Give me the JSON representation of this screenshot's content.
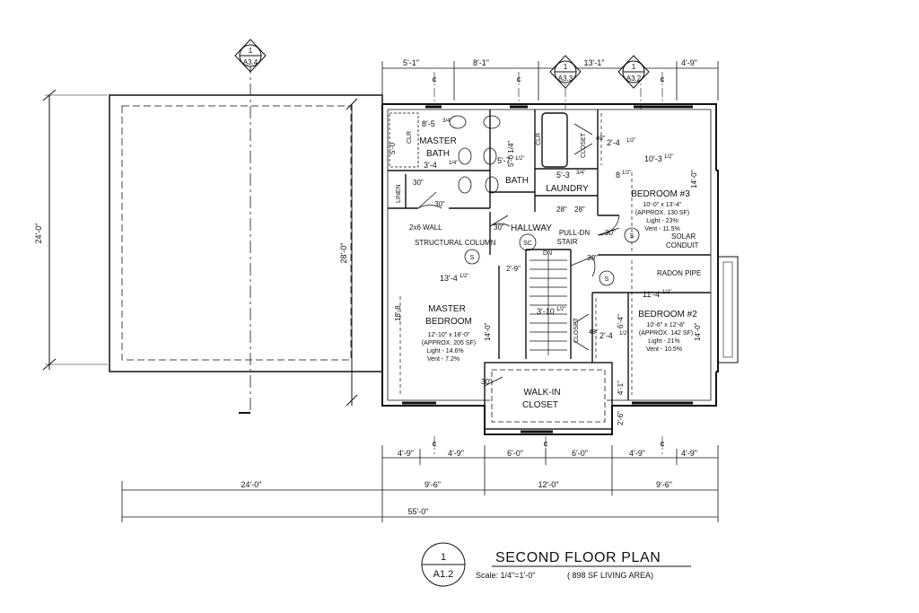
{
  "title_block": {
    "sheet_num": "1",
    "sheet_ref": "A1.2",
    "title": "SECOND FLOOR PLAN",
    "scale": "Scale:  1/4\"=1'-0\"",
    "area": "( 898 SF LIVING AREA)"
  },
  "section_markers": [
    {
      "num": "1",
      "ref": "A3.4"
    },
    {
      "num": "1",
      "ref": "A3.3"
    },
    {
      "num": "1",
      "ref": "A3.2"
    }
  ],
  "top_dims": [
    "5'-1\"",
    "8'-1\"",
    "13'-1\"",
    "4'-9\""
  ],
  "bottom_dims_row1": [
    "4'-9\"",
    "4'-9\"",
    "6'-0\"",
    "6'-0\"",
    "4'-9\"",
    "4'-9\""
  ],
  "bottom_dims_row2": [
    "24'-0\"",
    "9'-6\"",
    "12'-0\"",
    "9'-6\""
  ],
  "overall_dim": "55'-0\"",
  "side_dims": {
    "left": "24'-0\"",
    "right": "28'-0\""
  },
  "rooms": {
    "master_bath": {
      "l1": "MASTER",
      "l2": "BATH",
      "size": "3'-4",
      "size_frac": "1/4\""
    },
    "bath": {
      "label": "BATH"
    },
    "laundry": {
      "label": "LAUNDRY"
    },
    "hallway": {
      "label": "HALLWAY"
    },
    "pull_dn": {
      "l1": "PULL-DN",
      "l2": "STAIR"
    },
    "bedroom3": {
      "label": "BEDROOM #3",
      "d1": "10'-0\" x 13'-4\"",
      "d2": "(APPROX. 130 SF)",
      "d3": "Light - 23%",
      "d4": "Vent - 11.5%"
    },
    "bedroom2": {
      "label": "BEDROOM #2",
      "d1": "10'-6\" x 12'-8\"",
      "d2": "(APPROX. 142 SF)",
      "d3": "Light - 21%",
      "d4": "Vent - 10.5%"
    },
    "master_bedroom": {
      "l1": "MASTER",
      "l2": "BEDROOM",
      "d1": "12'-10\" x 18'-0\"",
      "d2": "(APPROX. 205 SF)",
      "d3": "Light - 14.6%",
      "d4": "Vent - 7.2%"
    },
    "walkin": {
      "l1": "WALK-IN",
      "l2": "CLOSET"
    }
  },
  "notes": {
    "wall": "2x6 WALL",
    "column": "STRUCTURAL COLUMN",
    "solar": "SOLAR",
    "conduit": "CONDUIT",
    "radon": "RADON PIPE",
    "linen": "LINEN",
    "closet": "CLOSET",
    "clr": "CLR",
    "dn": "DN",
    "sc": "SC",
    "s": "S",
    "cl": "¢"
  },
  "interior_dims": {
    "mb_width": "8'-5",
    "mb_width_frac": "3/4\"",
    "bath_tall": "5'-0 1/4\"",
    "bath_small": "5'-7",
    "bath_small_frac": "1/2\"",
    "laundry_dim": "5'-3",
    "laundry_frac": "3/4\"",
    "br3_closet": "2'-4",
    "br3_closet_frac": "1/2\"",
    "br3_width": "10'-3",
    "br3_width_frac": "1/2\"",
    "br3_side": "14'-0\"",
    "br3_small": "8",
    "br3_small_frac": "1/2\"",
    "mbr_width": "13'-4",
    "mbr_width_frac": "1/2\"",
    "hall_dim": "2'-9\"",
    "stair_dim": "3'-10",
    "stair_frac": "1/2\"",
    "mbr_tall": "18'-8",
    "mbr_tall_frac": "1/2\"",
    "mbr_side": "14'-0\"",
    "br2_width": "11'-4",
    "br2_width_frac": "1/2\"",
    "br2_closet": "2'-4",
    "br2_closet_frac": "1/2\"",
    "br2_side1": "6'-4\"",
    "br2_side2": "14'-0\"",
    "br2_low1": "4'-1\"",
    "br2_low2": "2'-6\"",
    "five_zero": "5'-0",
    "d30": "30\"",
    "d28": "28\"",
    "d48": "48\""
  }
}
